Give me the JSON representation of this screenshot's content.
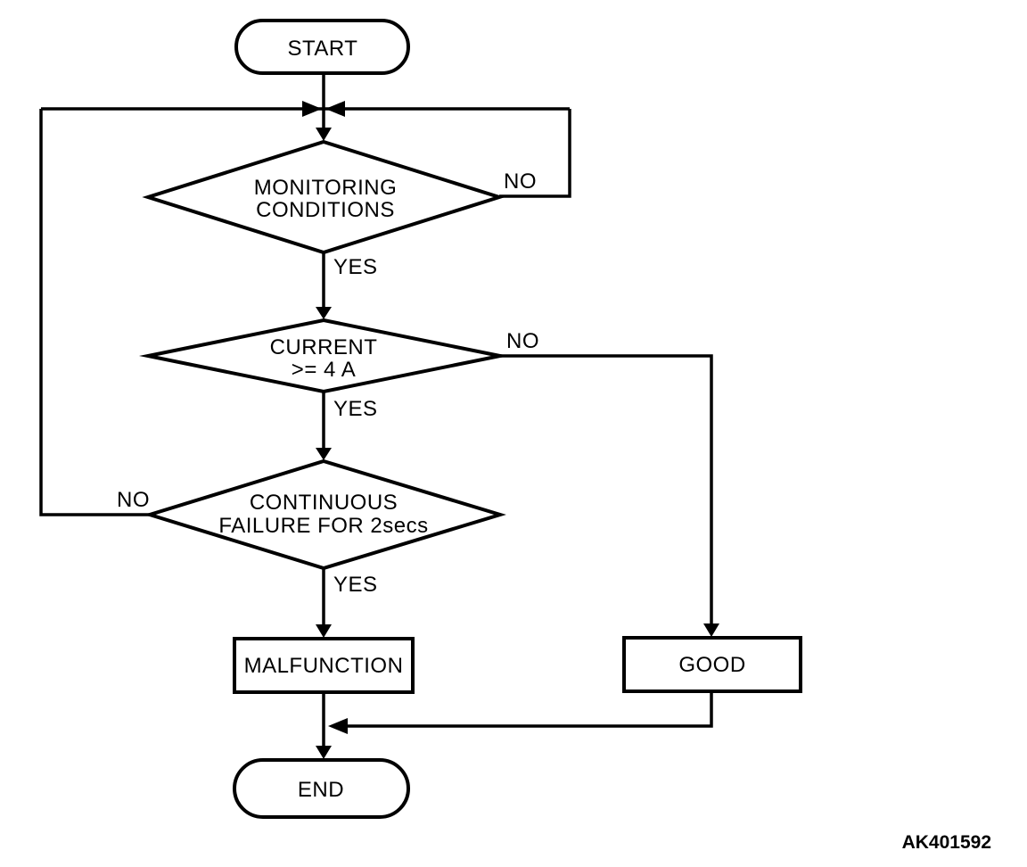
{
  "diagram": {
    "background": "#ffffff",
    "line_color": "#000000",
    "text_color": "#000000",
    "figure_code": "AK401592",
    "nodes": {
      "start": {
        "label": "START"
      },
      "monitoring_conditions": {
        "line1": "MONITORING",
        "line2": "CONDITIONS"
      },
      "current_check": {
        "line1": "CURRENT",
        "line2": ">= 4 A"
      },
      "continuous_failure": {
        "line1": "CONTINUOUS",
        "line2": "FAILURE FOR 2secs"
      },
      "malfunction": {
        "label": "MALFUNCTION"
      },
      "good": {
        "label": "GOOD"
      },
      "end": {
        "label": "END"
      }
    },
    "edge_labels": {
      "monitoring_no": "NO",
      "monitoring_yes": "YES",
      "current_no": "NO",
      "current_yes": "YES",
      "continuous_no": "NO",
      "continuous_yes": "YES"
    }
  }
}
